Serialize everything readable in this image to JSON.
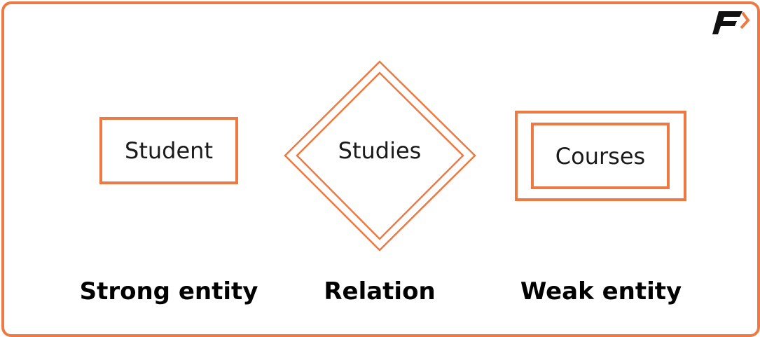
{
  "colors": {
    "accent": "#ec7a42",
    "text": "#000000"
  },
  "logo": {
    "text": "F"
  },
  "shapes": {
    "strong_entity": {
      "label": "Student",
      "caption": "Strong entity"
    },
    "relation": {
      "label": "Studies",
      "caption": "Relation"
    },
    "weak_entity": {
      "label": "Courses",
      "caption": "Weak entity"
    }
  }
}
